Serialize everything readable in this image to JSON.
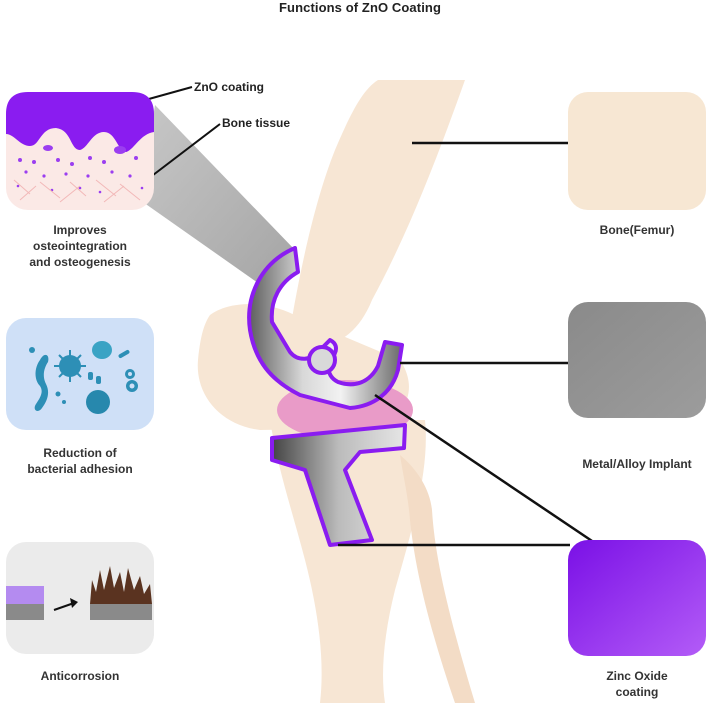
{
  "title": "Functions of ZnO Coating",
  "callouts": {
    "zno_coating": "ZnO coating",
    "bone_tissue": "Bone tissue"
  },
  "left_panels": [
    {
      "label_line1": "Improves",
      "label_line2": "osteointegration",
      "label_line3": "and osteogenesis"
    },
    {
      "label_line1": "Reduction of",
      "label_line2": "bacterial adhesion"
    },
    {
      "label_line1": "Anticorrosion"
    }
  ],
  "right_swatches": [
    {
      "label_line1": "Bone(Femur)",
      "color": "#f7e7d3"
    },
    {
      "label_line1": "Metal/Alloy Implant",
      "color": "#8c8c8c"
    },
    {
      "label_line1": "Zinc Oxide",
      "label_line2": "coating",
      "color": "#9a1fe6"
    }
  ],
  "colors": {
    "bone": "#f7e6d4",
    "zno_purple": "#8a1cf0",
    "metal": "#9a9a9a",
    "cartilage": "#e99bc8",
    "bacteria_panel": "#cfe0f7",
    "bacteria": "#2d8fb6"
  }
}
